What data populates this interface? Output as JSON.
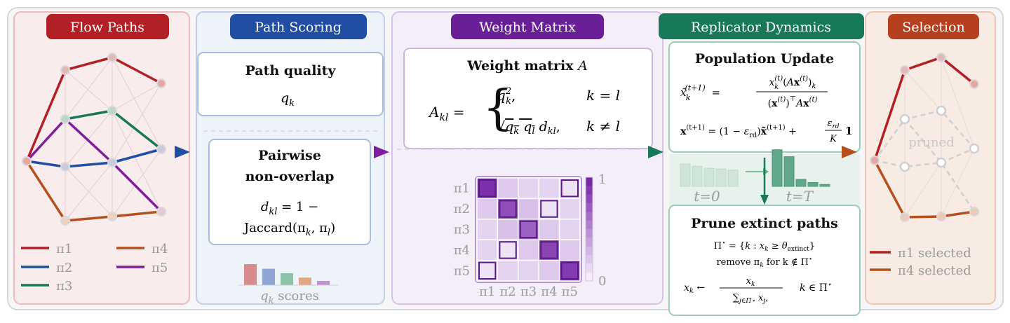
{
  "stages": {
    "flow": {
      "title": "Flow Paths",
      "legend": [
        "π1",
        "π2",
        "π3",
        "π4",
        "π5"
      ],
      "colors": [
        "#b21f24",
        "#1f4ea3",
        "#17795a",
        "#b5501d",
        "#7f1e9c"
      ]
    },
    "scoring": {
      "title": "Path Scoring",
      "quality_title": "Path quality",
      "quality_symbol": "q",
      "quality_sub": "k",
      "overlap_title_1": "Pairwise",
      "overlap_title_2": "non-overlap",
      "overlap_eq_1": "d",
      "overlap_eq_1_sub": "kl",
      "overlap_eq_1_rest": " =  1 −",
      "overlap_eq_2": "Jaccard(π",
      "overlap_eq_2_sub_k": "k",
      "overlap_eq_2_mid": ", π",
      "overlap_eq_2_sub_l": "l",
      "overlap_eq_2_end": ")",
      "scores_label_q": "q",
      "scores_label_sub": "k",
      "scores_label_rest": " scores",
      "scores": [
        1.0,
        0.78,
        0.57,
        0.36,
        0.2
      ]
    },
    "matrix": {
      "title": "Weight Matrix",
      "box_title": "Weight matrix ",
      "box_title_sym": "A",
      "lhs": "A",
      "lhs_sub": "kl",
      "case1_expr": "q",
      "case1_sup": "2",
      "case1_sub": "k",
      "case1_cond": "k = l",
      "case2_expr": "√(q",
      "case2_cond": "k ≠ l",
      "row_labels": [
        "π1",
        "π2",
        "π3",
        "π4",
        "π5"
      ],
      "col_labels": [
        "π1",
        "π2",
        "π3",
        "π4",
        "π5"
      ],
      "scale_max": "1",
      "scale_min": "0",
      "values": [
        [
          0.95,
          0.18,
          0.12,
          0.12,
          0.05
        ],
        [
          0.18,
          0.8,
          0.22,
          0.05,
          0.12
        ],
        [
          0.12,
          0.22,
          0.7,
          0.18,
          0.12
        ],
        [
          0.12,
          0.05,
          0.18,
          0.85,
          0.18
        ],
        [
          0.05,
          0.12,
          0.12,
          0.18,
          0.9
        ]
      ],
      "highlighted_cells": [
        [
          0,
          0
        ],
        [
          1,
          1
        ],
        [
          2,
          2
        ],
        [
          3,
          3
        ],
        [
          4,
          4
        ],
        [
          0,
          4
        ],
        [
          1,
          3
        ],
        [
          3,
          1
        ],
        [
          4,
          0
        ]
      ]
    },
    "replicator": {
      "title": "Replicator Dynamics",
      "update_title": "Population Update",
      "bars_before": [
        0.58,
        0.52,
        0.47,
        0.45,
        0.42
      ],
      "bars_after": [
        0.95,
        0.77,
        0.18,
        0.1,
        0.05
      ],
      "t0_label": "t=0",
      "tT_label": "t=T",
      "prune_title": "Prune extinct paths",
      "prune_line2_a": "remove  π",
      "prune_line2_b": "k",
      "prune_line2_c": "  for  k ∉ Π",
      "prune_line2_d": "⋆"
    },
    "selection": {
      "title": "Selection",
      "pruned_label": "pruned",
      "selected_1": "π1 selected",
      "selected_2": "π4 selected"
    }
  }
}
